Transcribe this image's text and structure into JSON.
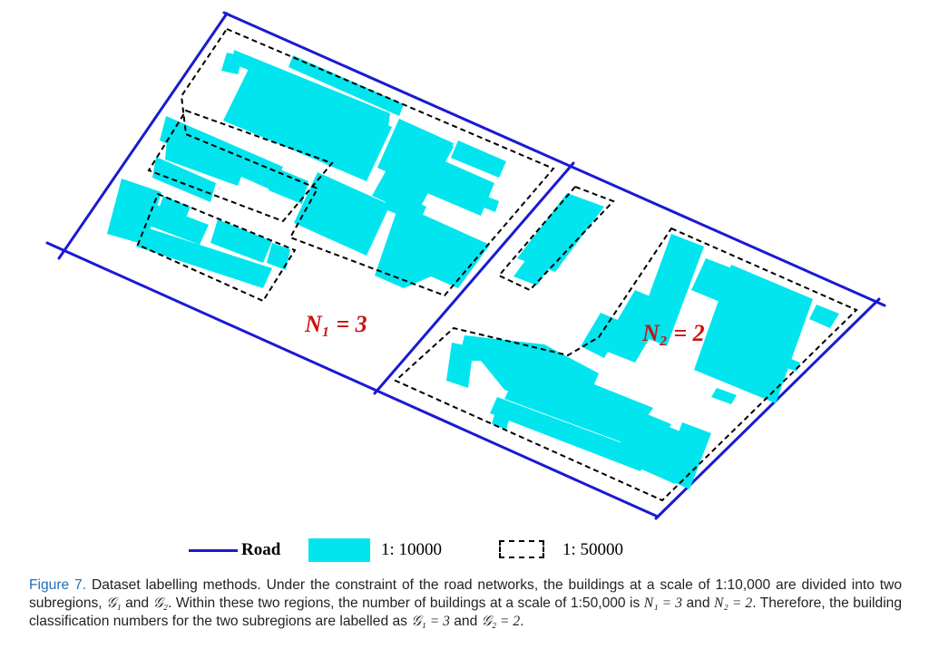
{
  "labels": {
    "n1": "N₁ = 3",
    "n2": "N₂ = 2"
  },
  "legend": {
    "road": "Road",
    "scale_fine": "1:  10000",
    "scale_coarse": "1:  50000"
  },
  "caption": {
    "fig_label": "Figure 7.",
    "t1": " Dataset labelling methods. Under the constraint of the road networks, the buildings at a scale of 1:10,000 are divided into two subregions, ",
    "g1": "𝒢₁",
    "t2": " and ",
    "g2": "𝒢₂",
    "t3": ". Within these two regions, the number of buildings at a scale of 1:50,000 is ",
    "n1": "N₁ = 3",
    "t4": " and ",
    "n2": "N₂ = 2",
    "t5": ". Therefore, the building classification numbers for the two subregions are labelled as ",
    "g1_eq": "𝒢₁ = 3",
    "t6": " and ",
    "g2_eq": "𝒢₂ = 2",
    "t7": "."
  },
  "colors": {
    "road": "#1a1ad2",
    "building": "#00e5ee",
    "outline": "#000000",
    "label": "#cc1111",
    "figure_label": "#1f6fb8"
  }
}
